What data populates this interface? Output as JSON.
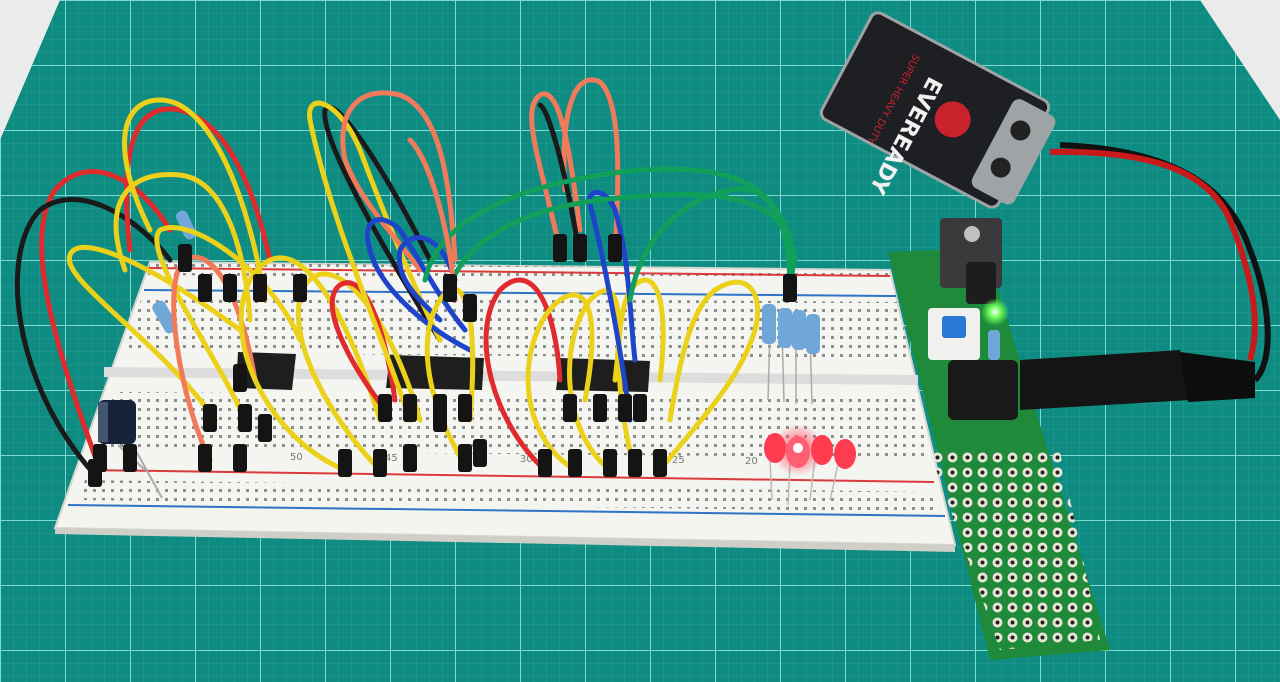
{
  "photo": {
    "subject": "breadboard circuit with jumper wires, three chips, resistors, LEDs, a voltage regulator board and a 9V battery on a green cutting mat"
  },
  "battery": {
    "brand": "EVEREADY",
    "line": "SUPER HEAVY DUTY",
    "colors": {
      "body": "#1d1f22",
      "cap": "#9ea4a6",
      "logo": "#c8232c"
    }
  },
  "breadboard": {
    "column_marks": [
      "50",
      "45",
      "30",
      "25",
      "20"
    ],
    "colors": {
      "board": "#f4f4f0",
      "rail_red": "#d93a3a",
      "rail_blue": "#2f74c6"
    }
  },
  "colors": {
    "mat": "#0f8c82",
    "mat_grid": "#5fc4bb",
    "wire_red": "#e02a2e",
    "wire_yellow": "#ecd11a",
    "wire_black": "#1a1a1a",
    "wire_blue": "#1d44c9",
    "wire_green": "#11a05a",
    "wire_salmon": "#f07a5a",
    "led_red": "#ff3b4f",
    "led_green": "#6dff5a"
  }
}
